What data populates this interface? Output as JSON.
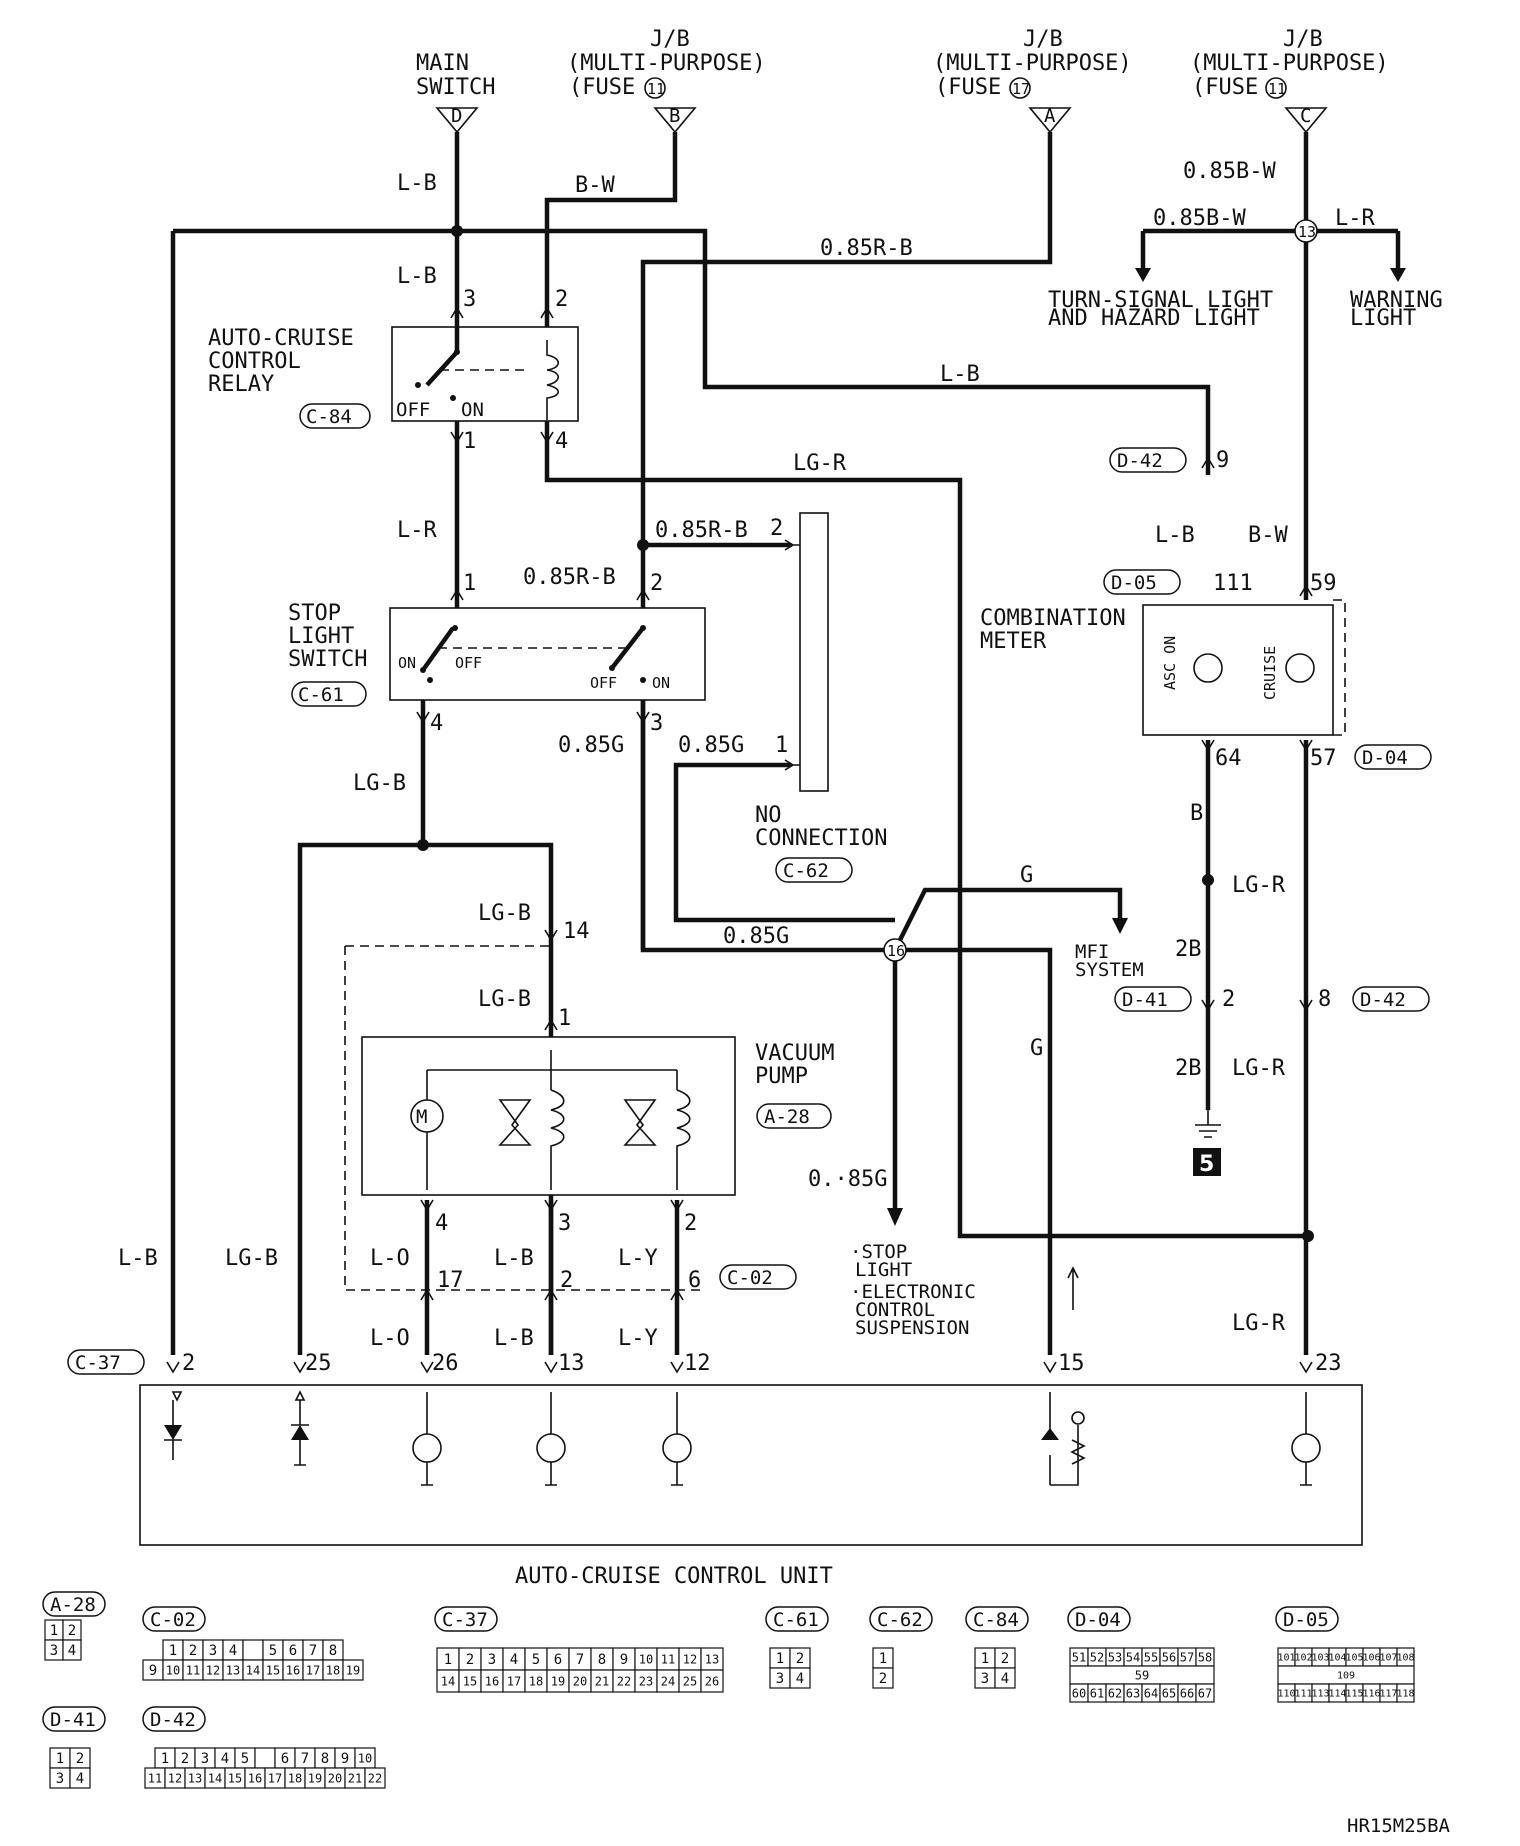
{
  "sources": {
    "main_switch": {
      "title": [
        "MAIN",
        "SWITCH"
      ],
      "pin": "D"
    },
    "jb_fuse11_b": {
      "title": [
        "J/B",
        "(MULTI-PURPOSE)",
        "(FUSE",
        ")"
      ],
      "fuse": "11",
      "pin": "B"
    },
    "jb_fuse17_a": {
      "title": [
        "J/B",
        "(MULTI-PURPOSE)",
        "(FUSE",
        ")"
      ],
      "fuse": "17",
      "pin": "A"
    },
    "jb_fuse11_c": {
      "title": [
        "J/B",
        "(MULTI-PURPOSE)",
        "(FUSE",
        ")"
      ],
      "fuse": "11",
      "pin": "C"
    }
  },
  "wires": {
    "lb": "L-B",
    "bw": "B-W",
    "r085b": "0.85R-B",
    "b085w": "0.85B-W",
    "lr": "L-R",
    "lgr": "LG-R",
    "lgb": "LG-B",
    "g085": "0.85G",
    "g": "G",
    "b": "B",
    "b2": "2B",
    "lo": "L-O",
    "ly": "L-Y",
    "g085_stop": "0.·85G"
  },
  "components": {
    "relay": {
      "name": [
        "AUTO-CRUISE",
        "CONTROL",
        "RELAY"
      ],
      "conn": "C-84",
      "off": "OFF",
      "on": "ON",
      "pins": [
        "3",
        "2",
        "1",
        "4"
      ]
    },
    "stop_switch": {
      "name": [
        "STOP",
        "LIGHT",
        "SWITCH"
      ],
      "conn": "C-61",
      "on": "ON",
      "off": "OFF",
      "pins": [
        "1",
        "2",
        "4",
        "3"
      ]
    },
    "no_connection": {
      "name": [
        "NO",
        "CONNECTION"
      ],
      "conn": "C-62",
      "pins": [
        "2",
        "1"
      ]
    },
    "combination_meter": {
      "name": [
        "COMBINATION",
        "METER"
      ],
      "lamp1": "ASC ON",
      "lamp2": "CRUISE",
      "conn_top": "D-05",
      "conn_side": "D-04",
      "conn_d42": "D-42",
      "pins": [
        "9",
        "111",
        "59",
        "64",
        "57"
      ]
    },
    "vacuum_pump": {
      "name": [
        "VACUUM",
        "PUMP"
      ],
      "conn": "A-28",
      "pins": [
        "14",
        "1",
        "4",
        "3",
        "2"
      ]
    },
    "c02": {
      "conn": "C-02",
      "pins": [
        "17",
        "2",
        "6"
      ]
    },
    "ecu": {
      "name": "AUTO-CRUISE CONTROL UNIT",
      "conn": "C-37",
      "pins": [
        "2",
        "25",
        "26",
        "13",
        "12",
        "15",
        "23"
      ]
    }
  },
  "destinations": {
    "turn_signal": [
      "TURN-SIGNAL LIGHT",
      "AND HAZARD LIGHT"
    ],
    "warning_light": [
      "WARNING",
      "LIGHT"
    ],
    "mfi": [
      "MFI",
      "SYSTEM"
    ],
    "stop_ecs": [
      "·STOP",
      "LIGHT",
      "·ELECTRONIC",
      "CONTROL",
      "SUSPENSION"
    ]
  },
  "junctions": {
    "j13": "13",
    "j16": "16"
  },
  "ground": {
    "number": "5",
    "conn": "D-41",
    "pin": "2",
    "pin2": "8",
    "conn2": "D-42"
  },
  "connectors": {
    "a28": {
      "title": "A-28",
      "rows": [
        [
          "1",
          "2"
        ],
        [
          "3",
          "4"
        ]
      ]
    },
    "c02": {
      "title": "C-02",
      "rows": [
        [
          "1",
          "2",
          "3",
          "4",
          "",
          "5",
          "6",
          "7",
          "8"
        ],
        [
          "9",
          "10",
          "11",
          "12",
          "13",
          "14",
          "15",
          "16",
          "17",
          "18",
          "19"
        ]
      ]
    },
    "c37": {
      "title": "C-37",
      "rows": [
        [
          "1",
          "2",
          "3",
          "4",
          "5",
          "6",
          "7",
          "8",
          "9",
          "10",
          "11",
          "12",
          "13"
        ],
        [
          "14",
          "15",
          "16",
          "17",
          "18",
          "19",
          "20",
          "21",
          "22",
          "23",
          "24",
          "25",
          "26"
        ]
      ]
    },
    "c61": {
      "title": "C-61",
      "rows": [
        [
          "1",
          "2"
        ],
        [
          "3",
          "4"
        ]
      ]
    },
    "c62": {
      "title": "C-62",
      "rows": [
        [
          "1"
        ],
        [
          "2"
        ]
      ]
    },
    "c84": {
      "title": "C-84",
      "rows": [
        [
          "1",
          "2"
        ],
        [
          "3",
          "4"
        ]
      ]
    },
    "d04": {
      "title": "D-04",
      "rows": [
        [
          "51",
          "52",
          "53",
          "54",
          "55",
          "56",
          "57",
          "58"
        ],
        [
          "59"
        ],
        [
          "60",
          "61",
          "62",
          "63",
          "64",
          "65",
          "66",
          "67"
        ]
      ]
    },
    "d05": {
      "title": "D-05",
      "rows": [
        [
          "101",
          "102",
          "103",
          "104",
          "105",
          "106",
          "107",
          "108"
        ],
        [
          "109"
        ],
        [
          "110",
          "111",
          "113",
          "114",
          "115",
          "116",
          "117",
          "118"
        ]
      ]
    },
    "d41": {
      "title": "D-41",
      "rows": [
        [
          "1",
          "2"
        ],
        [
          "3",
          "4"
        ]
      ]
    },
    "d42": {
      "title": "D-42",
      "rows": [
        [
          "1",
          "2",
          "3",
          "4",
          "5",
          "",
          "6",
          "7",
          "8",
          "9",
          "10"
        ],
        [
          "11",
          "12",
          "13",
          "14",
          "15",
          "16",
          "17",
          "18",
          "19",
          "20",
          "21",
          "22"
        ]
      ]
    }
  },
  "footer_code": "HR15M25BA"
}
